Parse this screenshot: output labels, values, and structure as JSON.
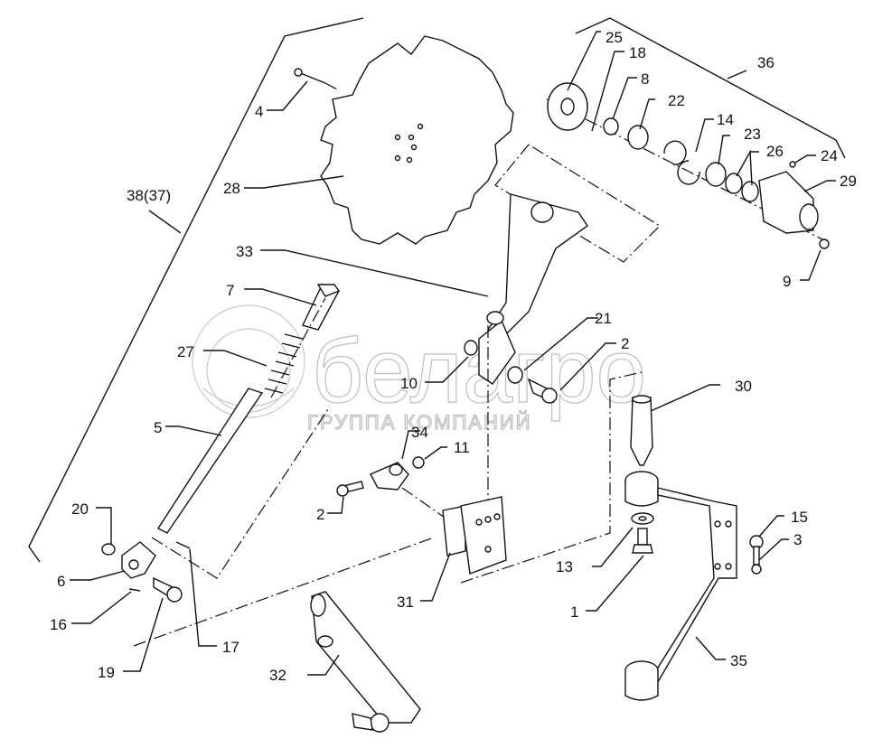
{
  "diagram": {
    "type": "exploded-parts-diagram",
    "watermark": {
      "brand": "белагро",
      "subtitle": "ГРУППА КОМПАНИЙ"
    },
    "callouts": [
      {
        "id": "c4",
        "label": "4",
        "part": "bolt"
      },
      {
        "id": "c28",
        "label": "28",
        "part": "sprocket"
      },
      {
        "id": "c38",
        "label": "38(37)",
        "part": "assembly-group"
      },
      {
        "id": "c33",
        "label": "33",
        "part": "arm-lever"
      },
      {
        "id": "c7",
        "label": "7",
        "part": "bolt"
      },
      {
        "id": "c27",
        "label": "27",
        "part": "spring"
      },
      {
        "id": "c5",
        "label": "5",
        "part": "rod"
      },
      {
        "id": "c20",
        "label": "20",
        "part": "bushing"
      },
      {
        "id": "c6",
        "label": "6",
        "part": "fork-end"
      },
      {
        "id": "c16",
        "label": "16",
        "part": "cotter-pin"
      },
      {
        "id": "c19",
        "label": "19",
        "part": "pin"
      },
      {
        "id": "c17",
        "label": "17",
        "part": "pin"
      },
      {
        "id": "c25",
        "label": "25",
        "part": "flange-disc"
      },
      {
        "id": "c18",
        "label": "18",
        "part": "key"
      },
      {
        "id": "c8",
        "label": "8",
        "part": "bushing"
      },
      {
        "id": "c22",
        "label": "22",
        "part": "bearing"
      },
      {
        "id": "c14",
        "label": "14",
        "part": "circlip"
      },
      {
        "id": "c23",
        "label": "23",
        "part": "bearing"
      },
      {
        "id": "c26",
        "label": "26",
        "part": "washer"
      },
      {
        "id": "c24",
        "label": "24",
        "part": "grease-fitting"
      },
      {
        "id": "c29",
        "label": "29",
        "part": "hub"
      },
      {
        "id": "c36",
        "label": "36",
        "part": "hub-assembly"
      },
      {
        "id": "c9",
        "label": "9",
        "part": "nut"
      },
      {
        "id": "c21",
        "label": "21",
        "part": "bushing"
      },
      {
        "id": "c2a",
        "label": "2",
        "part": "bolt"
      },
      {
        "id": "c10",
        "label": "10",
        "part": "nut"
      },
      {
        "id": "c30",
        "label": "30",
        "part": "axle-pin"
      },
      {
        "id": "c34",
        "label": "34",
        "part": "clamp"
      },
      {
        "id": "c11",
        "label": "11",
        "part": "nut"
      },
      {
        "id": "c2b",
        "label": "2",
        "part": "bolt"
      },
      {
        "id": "c31",
        "label": "31",
        "part": "bracket"
      },
      {
        "id": "c13",
        "label": "13",
        "part": "washer"
      },
      {
        "id": "c1",
        "label": "1",
        "part": "bolt"
      },
      {
        "id": "c15",
        "label": "15",
        "part": "washer"
      },
      {
        "id": "c3",
        "label": "3",
        "part": "bolt"
      },
      {
        "id": "c35",
        "label": "35",
        "part": "support-arm"
      },
      {
        "id": "c32",
        "label": "32",
        "part": "lever"
      }
    ]
  }
}
